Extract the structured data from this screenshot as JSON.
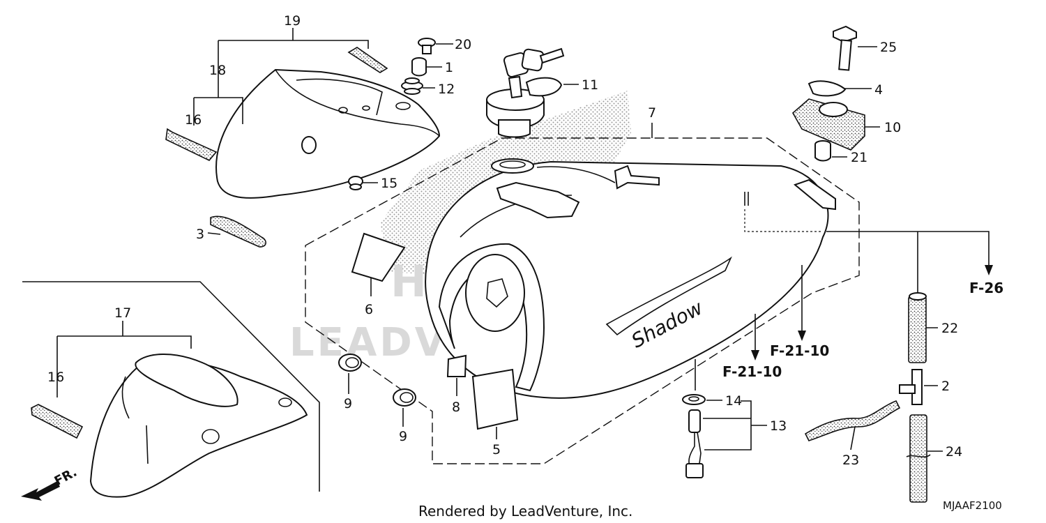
{
  "callouts": {
    "p1": "1",
    "p2": "2",
    "p3": "3",
    "p4": "4",
    "p5": "5",
    "p6": "6",
    "p7": "7",
    "p8": "8",
    "p9a": "9",
    "p9b": "9",
    "p10": "10",
    "p11": "11",
    "p12": "12",
    "p13": "13",
    "p14": "14",
    "p15": "15",
    "p16a": "16",
    "p16b": "16",
    "p17": "17",
    "p18": "18",
    "p19": "19",
    "p20": "20",
    "p21": "21",
    "p22": "22",
    "p23": "23",
    "p24": "24",
    "p25": "25"
  },
  "references": {
    "f26": "F-26",
    "f2110a": "F-21-10",
    "f2110b": "F-21-10"
  },
  "direction_label": "FR.",
  "tank_script": "Shadow",
  "watermark": {
    "brand": "HONDA",
    "dealer": "LEADVENTURE"
  },
  "footer": {
    "credit": "Rendered by LeadVenture, Inc.",
    "diagram_code": "MJAAF2100"
  }
}
